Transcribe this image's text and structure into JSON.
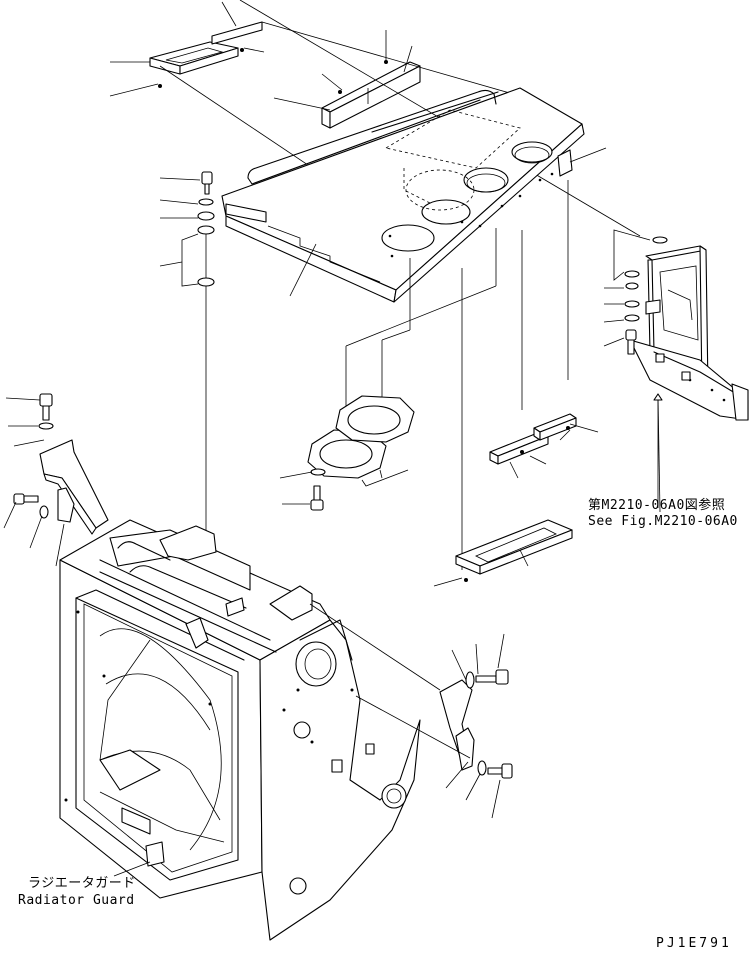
{
  "reference_note": {
    "jp": "第M2210-06A0図参照",
    "en": "See Fig.M2210-06A0"
  },
  "part_label": {
    "jp": "ラジエータガード",
    "en": "Radiator Guard"
  },
  "drawing_code": "PJ1E791"
}
